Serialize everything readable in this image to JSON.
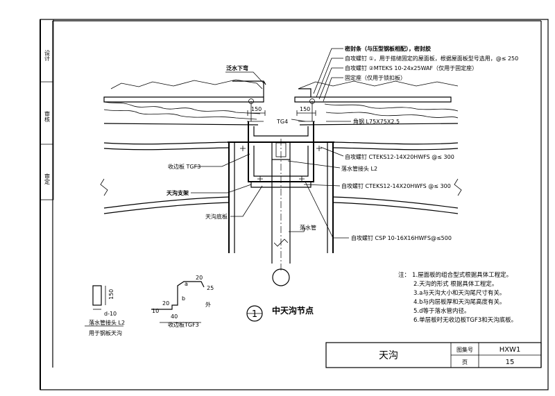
{
  "sidebar": {
    "labels": [
      "设计",
      "审核",
      "审定"
    ]
  },
  "labels": {
    "sealant": "密封条（与压型钢板相配），密封胶",
    "screw1": "自攻螺钉 ①，用于搭缝固定的屋面板，根据屋面板型号选用，@≤ 250",
    "screw2": "自攻螺钉 ②MTEKS 10-24x25WAF（仅用于固定座）",
    "fixing_seat": "固定座（仅用于锁扣板）",
    "flashing": "泛水下弯",
    "dim_150_left": "150",
    "dim_150_right": "150",
    "tg4": "TG4",
    "angle": "角钢 L75X75X2.5",
    "screw_top_right": "自攻螺钉 CTEKS12-14X20HWFS @≤ 300",
    "flash_plate": "收边板 TGF3",
    "outlet_joint": "落水管接头 L2",
    "gutter_support": "天沟支架",
    "screw_mid_right": "自攻螺钉 CTEKS12-14X20HWFS @≤ 300",
    "gutter_bottom": "天沟底板",
    "downpipe": "落水管",
    "screw_bottom": "自攻螺钉 CSP 10-16X16HWFS@≤500"
  },
  "notes": {
    "title": "注：",
    "items": [
      "1.屋面板的组合型式根据具体工程定。",
      "2.天沟的形式 根据具体工程定。",
      "3.a与天沟大小和天沟尾尺寸有关。",
      "4.b与内层板厚和天沟尾高度有关。",
      "5.d等于落水管内径。",
      "6.单层板时无收边板TGF3和天沟底板。"
    ]
  },
  "details": {
    "outlet_title": "落水管接头 L2",
    "outlet_sub": "用于钢板天沟",
    "outlet_dim_150": "150",
    "outlet_dim_d": "d-10",
    "flash_title": "收边板TGF3",
    "flash_dims": [
      "10",
      "20",
      "40",
      "a",
      "20",
      "25",
      "b",
      "外"
    ]
  },
  "caption": {
    "number": "1",
    "title": "中天沟节点"
  },
  "title_block": {
    "name": "天沟",
    "drawing_no_label": "图集号",
    "drawing_no": "HXW1",
    "page_label": "页",
    "page": "15"
  }
}
